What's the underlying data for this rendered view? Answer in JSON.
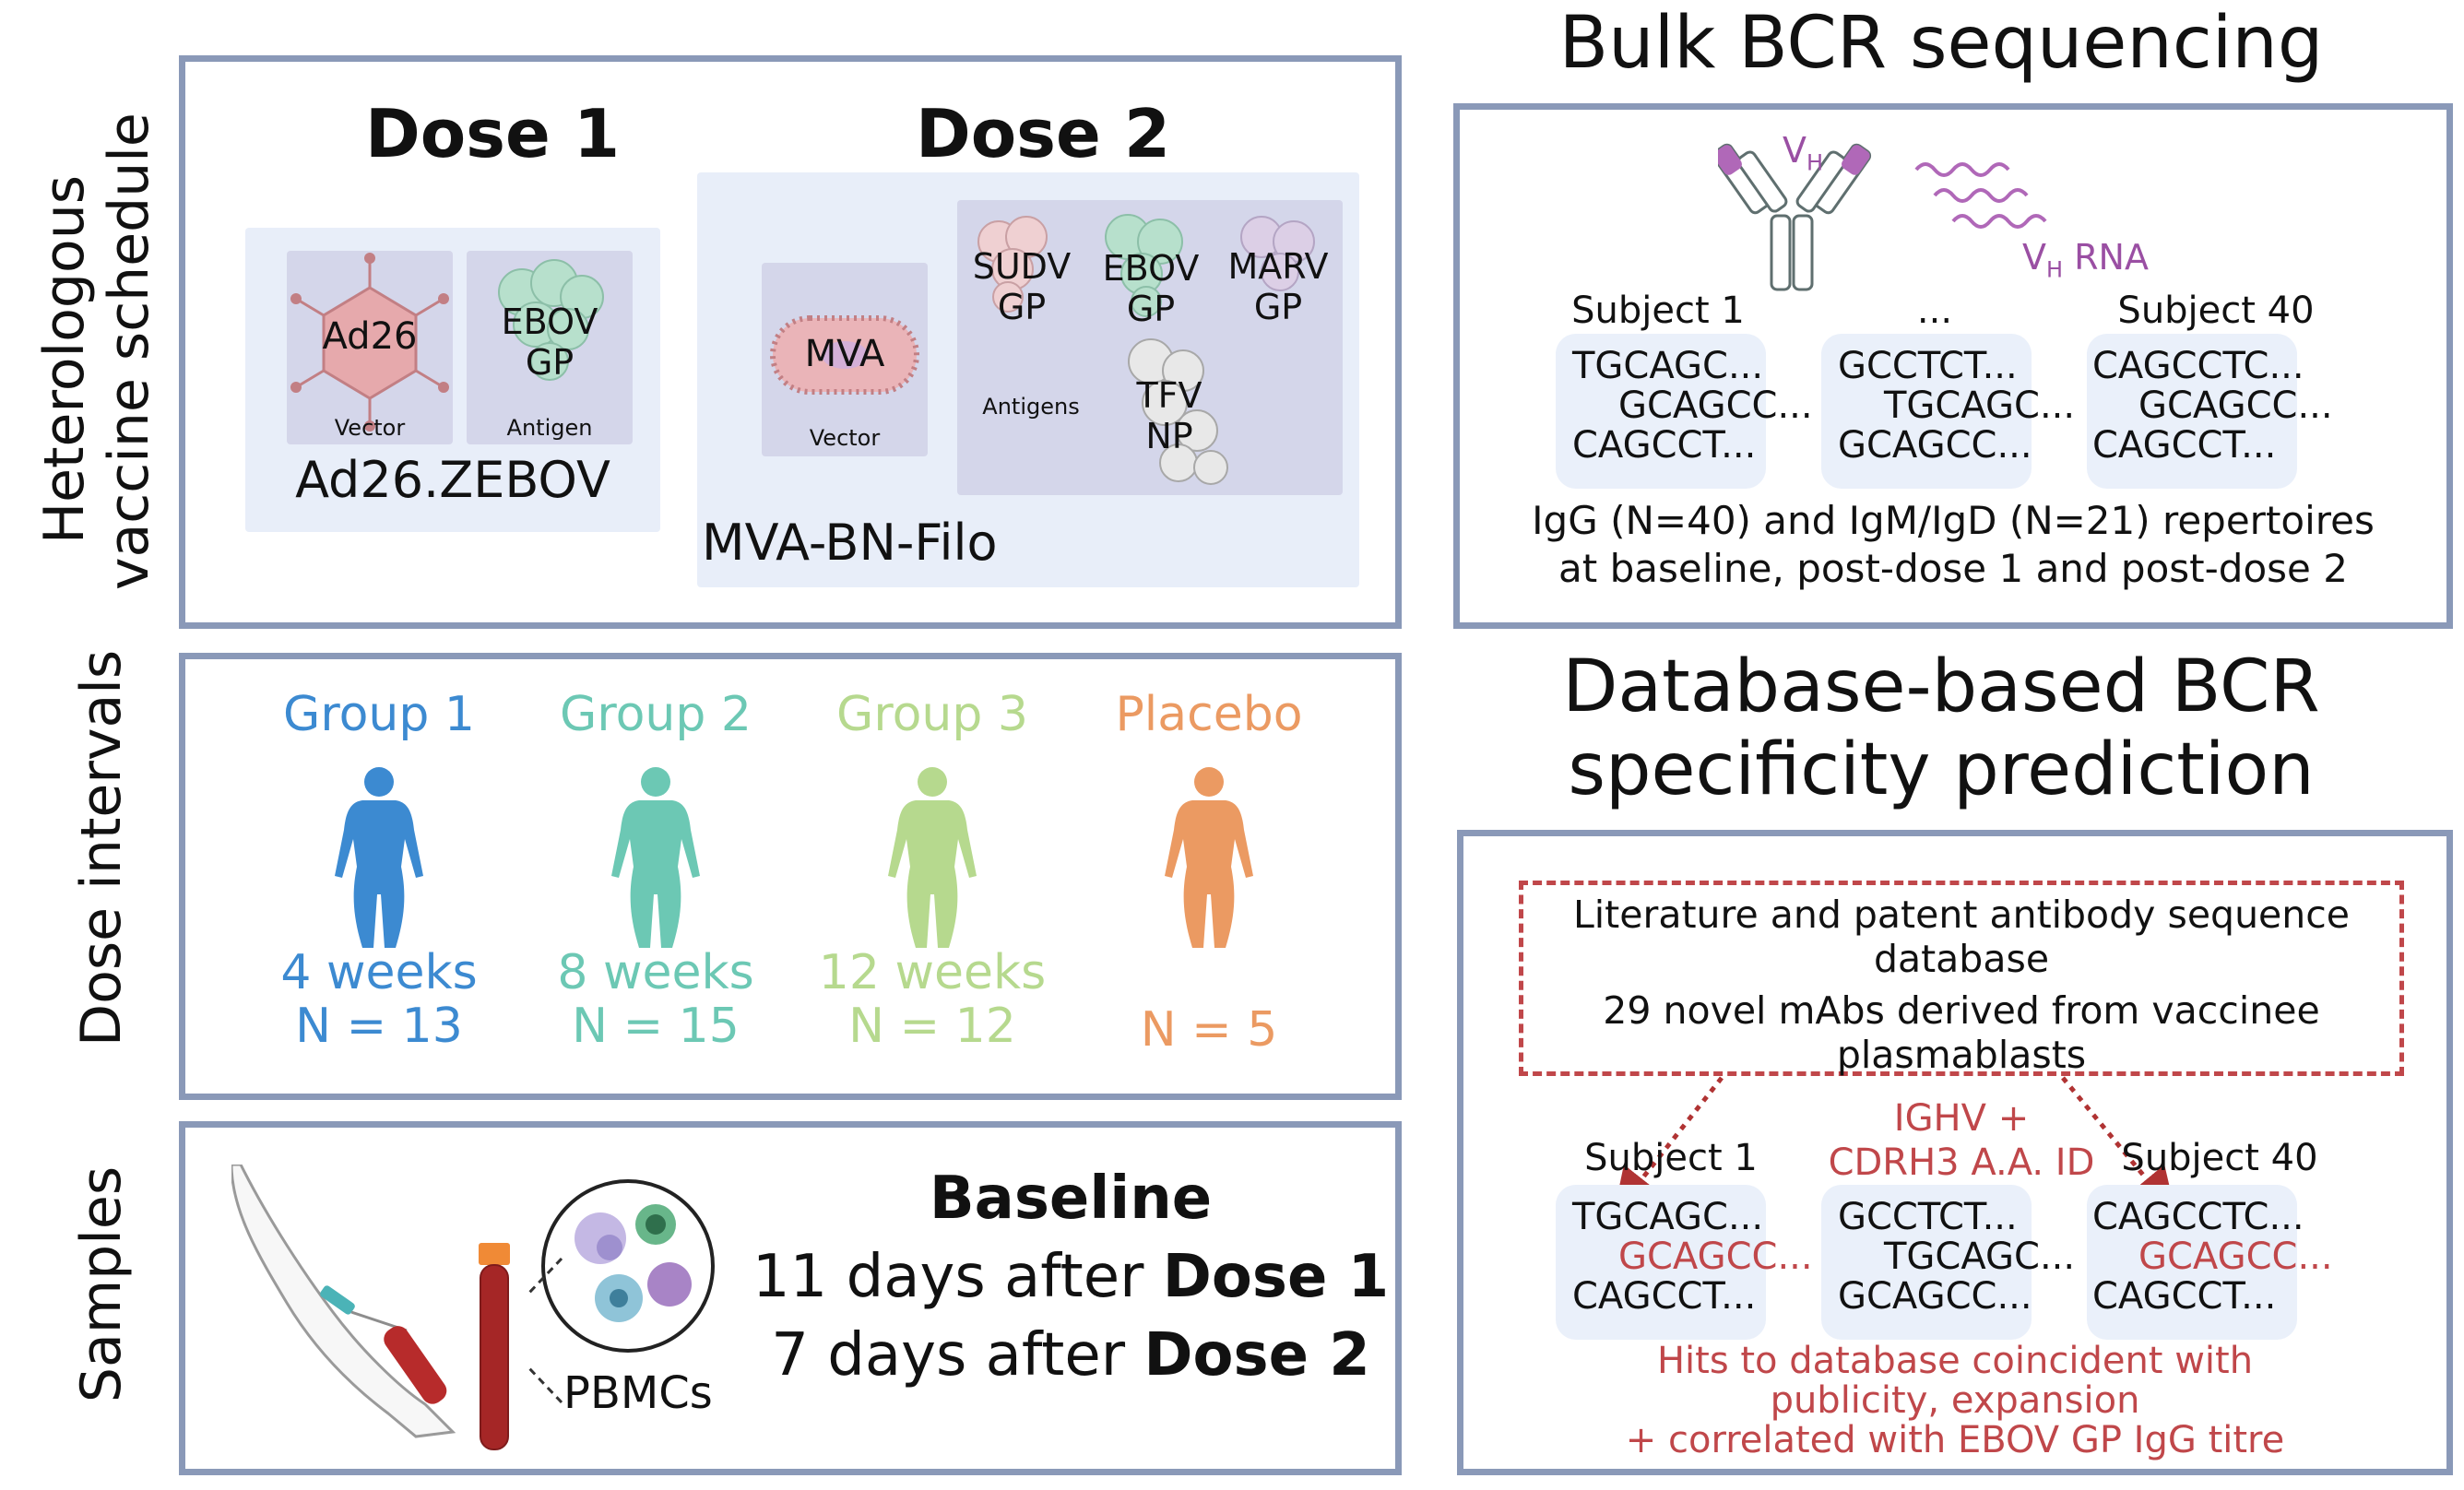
{
  "side_labels": {
    "schedule_line1": "Heterologous",
    "schedule_line2": "vaccine schedule",
    "intervals": "Dose intervals",
    "samples": "Samples"
  },
  "schedule": {
    "dose1": {
      "title": "Dose 1",
      "vector_shape_label": "Ad26",
      "vector_caption": "Vector",
      "antigen_line1": "EBOV",
      "antigen_line2": "GP",
      "antigen_caption": "Antigen",
      "product": "Ad26.ZEBOV"
    },
    "dose2": {
      "title": "Dose 2",
      "vector_shape_label": "MVA",
      "vector_caption": "Vector",
      "antigens_caption": "Antigens",
      "sudv_line1": "SUDV",
      "sudv_line2": "GP",
      "ebov_line1": "EBOV",
      "ebov_line2": "GP",
      "marv_line1": "MARV",
      "marv_line2": "GP",
      "tfv_line1": "TFV",
      "tfv_line2": "NP",
      "product": "MVA-BN-Filo"
    }
  },
  "groups": [
    {
      "name": "Group 1",
      "interval": "4 weeks",
      "n": "N = 13",
      "color": "#3c8ad1"
    },
    {
      "name": "Group 2",
      "interval": "8 weeks",
      "n": "N = 15",
      "color": "#6cc8b4"
    },
    {
      "name": "Group 3",
      "interval": "12 weeks",
      "n": "N = 12",
      "color": "#b6d98e"
    },
    {
      "name": "Placebo",
      "interval": "",
      "n": "N = 5",
      "color": "#eb9a62"
    }
  ],
  "samples": {
    "pbmcs": "PBMCs",
    "baseline": "Baseline",
    "after1_prefix": "11 days after ",
    "after1_dose": "Dose 1",
    "after2_prefix": "7 days after ",
    "after2_dose": "Dose 2"
  },
  "bulk": {
    "title": "Bulk BCR sequencing",
    "vh_label": "V",
    "vh_sub": "H",
    "rna_label": "V",
    "rna_sub": "H",
    "rna_suffix": " RNA",
    "subject_first": "Subject 1",
    "subject_mid": "...",
    "subject_last": "Subject 40",
    "seqs": [
      [
        "TGCAGC...",
        "GCAGCC...",
        "CAGCCT..."
      ],
      [
        "GCCTCT...",
        "TGCAGC...",
        "GCAGCC..."
      ],
      [
        "CAGCCTC...",
        "GCAGCC...",
        "CAGCCT..."
      ]
    ],
    "caption_line1": "IgG (N=40) and IgM/IgD (N=21) repertoires",
    "caption_line2": "at baseline, post-dose 1 and post-dose 2"
  },
  "prediction": {
    "title_line1": "Database-based BCR",
    "title_line2": "specificity prediction",
    "db_line1": "Literature and patent antibody sequence",
    "db_line2": "database",
    "db_line3": "29 novel mAbs derived from vaccinee",
    "db_line4": "plasmablasts",
    "match_line1": "IGHV +",
    "match_line2": "CDRH3 A.A. ID",
    "subject_first": "Subject 1",
    "subject_last": "Subject 40",
    "seqs": [
      [
        "TGCAGC...",
        "GCAGCC...",
        "CAGCCT..."
      ],
      [
        "GCCTCT...",
        "TGCAGC...",
        "GCAGCC..."
      ],
      [
        "CAGCCTC...",
        "GCAGCC...",
        "CAGCCT..."
      ]
    ],
    "hits_line1": "Hits to database coincident with",
    "hits_line2": "publicity, expansion",
    "hits_line3": "+ correlated with EBOV GP IgG titre",
    "highlight_color": "#c0474a"
  }
}
